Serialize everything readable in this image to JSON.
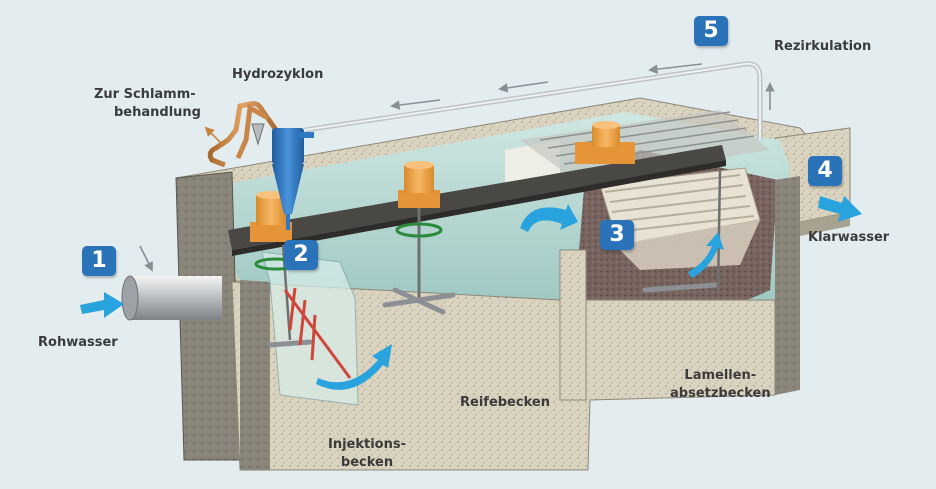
{
  "labels": {
    "hydrozyklon": "Hydrozyklon",
    "zur_schlamm_1": "Zur Schlamm-",
    "zur_schlamm_2": "behandlung",
    "rezirkulation": "Rezirkulation",
    "klarwasser": "Klarwasser",
    "rohwasser": "Rohwasser",
    "reifebecken": "Reifebecken",
    "lamellen_1": "Lamellen-",
    "lamellen_2": "absetzbecken",
    "injektions_1": "Injektions-",
    "injektions_2": "becken"
  },
  "steps": [
    "1",
    "2",
    "3",
    "4",
    "5"
  ],
  "colors": {
    "background": "#e3edf0",
    "badge": "#2b73b8",
    "arrow_blue": "#29a3dd",
    "motor_orange": "#f0a040",
    "hydrocyclone": "#2f78c4",
    "concrete": "#d8d2bf",
    "water": "#b8dcd8",
    "sludge": "#6e5652"
  }
}
